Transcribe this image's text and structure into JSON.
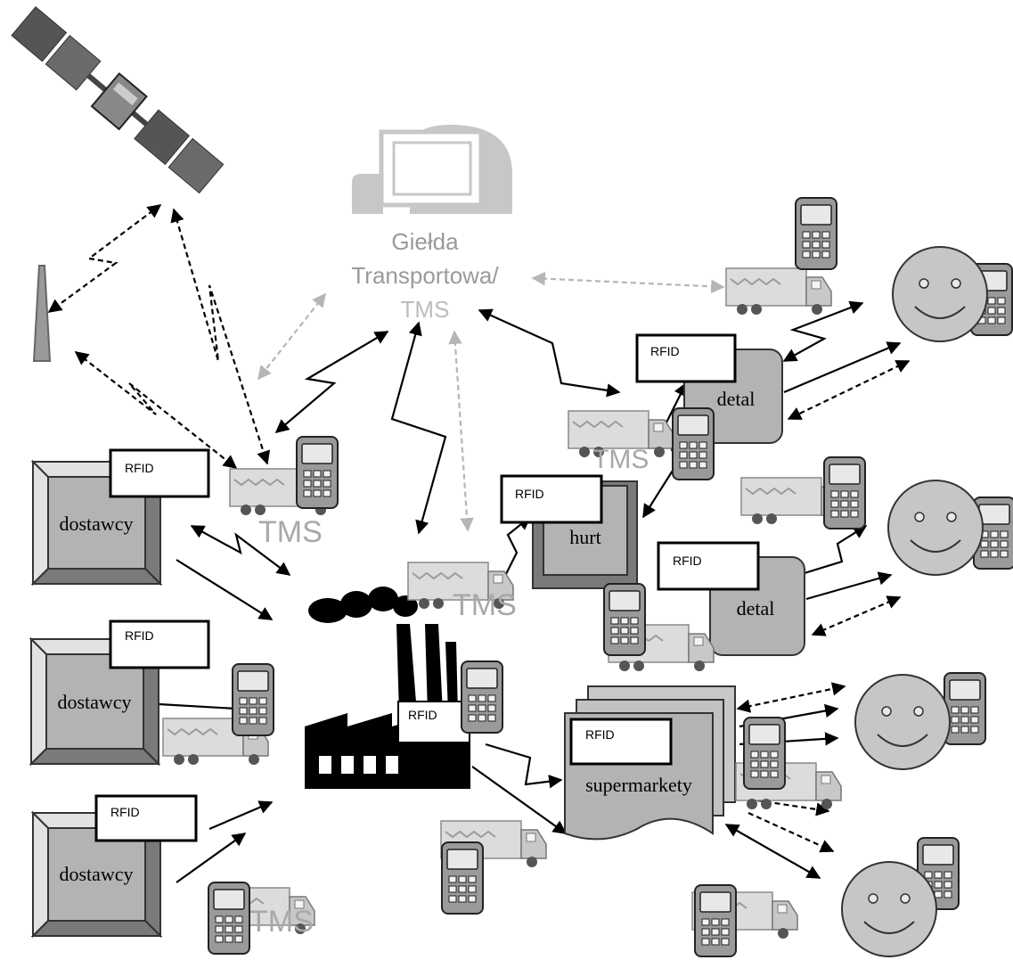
{
  "colors": {
    "box_fill": "#b3b3b3",
    "box_light": "#e2e2e2",
    "box_dark": "#7a7a7a",
    "ink": "#000000",
    "faded": "#bdbdbd",
    "face": "#c6c6c6"
  },
  "exchange": {
    "line1": "Giełda",
    "line2": "Transportowa/",
    "line3": "TMS"
  },
  "rfid": "RFID",
  "tms": "TMS",
  "suppliers": [
    "dostawcy",
    "dostawcy",
    "dostawcy"
  ],
  "wholesale": "hurt",
  "retail": [
    "detal",
    "detal"
  ],
  "supermarkets": "supermarkety",
  "icons": [
    "satellite-icon",
    "antenna-tower-icon",
    "computer-icon",
    "truck-icon",
    "phone-icon",
    "factory-icon",
    "smiley-face-icon"
  ]
}
